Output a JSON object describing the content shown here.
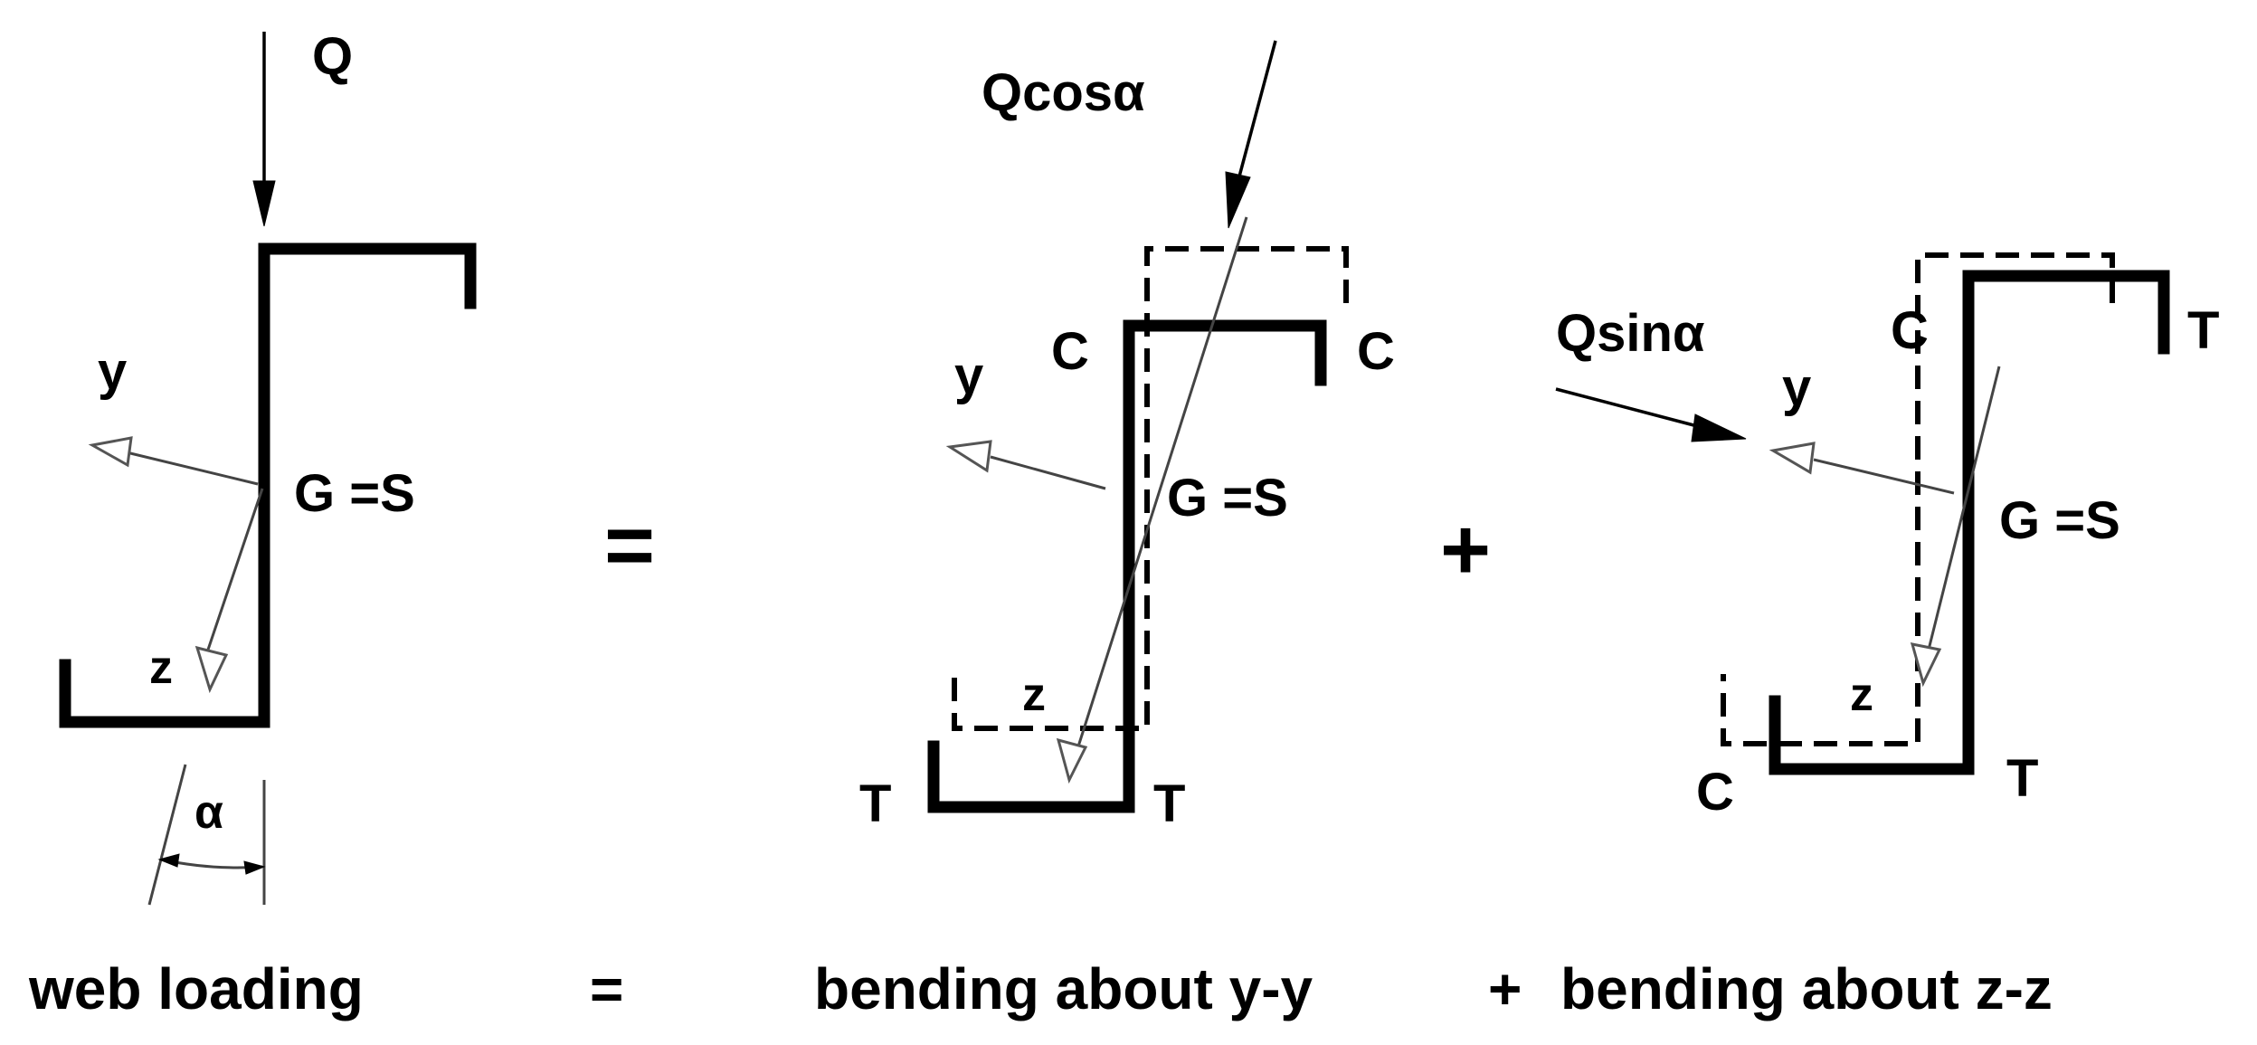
{
  "diagram": {
    "left": {
      "load_label": "Q",
      "y_axis_label": "y",
      "z_axis_label": "z",
      "centroid_label": "G =S",
      "angle_label": "α"
    },
    "equals_sign": "=",
    "middle": {
      "load_label": "Qcosα",
      "y_axis_label": "y",
      "z_axis_label": "z",
      "centroid_label": "G =S",
      "stress_labels": [
        "C",
        "C",
        "T",
        "T"
      ]
    },
    "plus_sign": "+",
    "right": {
      "load_label": "Qsinα",
      "y_axis_label": "y",
      "z_axis_label": "z",
      "centroid_label": "G =S",
      "stress_labels": [
        "C",
        "T",
        "C",
        "T"
      ]
    },
    "caption": {
      "left": "web loading",
      "equals": "=",
      "middle": "bending about y-y",
      "plus": "+",
      "right": "bending about z-z"
    }
  }
}
